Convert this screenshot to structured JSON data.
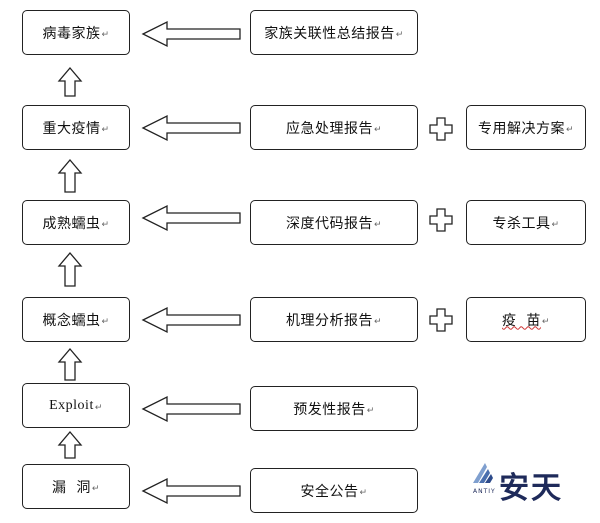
{
  "left_column": [
    {
      "id": "virus-family",
      "label": "病毒家族"
    },
    {
      "id": "major-outbreak",
      "label": "重大疫情"
    },
    {
      "id": "mature-worm",
      "label": "成熟蠕虫"
    },
    {
      "id": "concept-worm",
      "label": "概念蠕虫"
    },
    {
      "id": "exploit",
      "label": "Exploit"
    },
    {
      "id": "vulnerability",
      "label": "漏  洞"
    }
  ],
  "middle_column": [
    {
      "id": "family-report",
      "label": "家族关联性总结报告"
    },
    {
      "id": "emergency-report",
      "label": "应急处理报告"
    },
    {
      "id": "indepth-report",
      "label": "深度代码报告"
    },
    {
      "id": "mechanism-report",
      "label": "机理分析报告"
    },
    {
      "id": "warning-report",
      "label": "预发性报告"
    },
    {
      "id": "security-bulletin",
      "label": "安全公告"
    }
  ],
  "right_column": [
    {
      "id": "dedicated-solution",
      "label": "专用解决方案"
    },
    {
      "id": "removal-tool",
      "label": "专杀工具"
    },
    {
      "id": "vaccine",
      "label": "疫  苗"
    }
  ],
  "return_mark": "↵",
  "logo": {
    "name": "安天",
    "sub": "ANTIY",
    "color": "#1e2a5a"
  }
}
